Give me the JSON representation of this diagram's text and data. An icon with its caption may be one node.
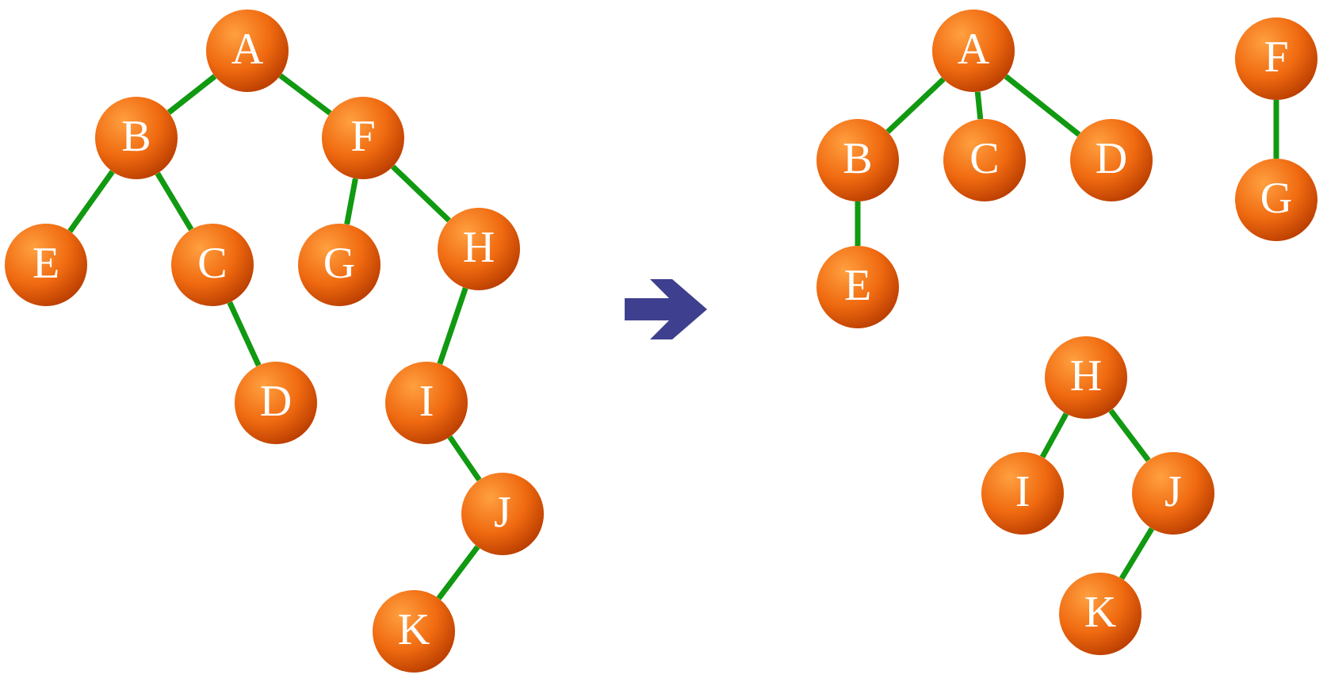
{
  "diagram": {
    "nodes": [
      {
        "text": [
          "A"
        ]
      },
      {
        "text": [
          "B"
        ]
      },
      {
        "text": [
          "F"
        ]
      },
      {
        "text": [
          "E"
        ]
      },
      {
        "text": [
          "C"
        ]
      },
      {
        "text": [
          "G"
        ]
      },
      {
        "text": [
          "H"
        ]
      },
      {
        "text": [
          "D"
        ]
      },
      {
        "text": [
          "I"
        ]
      },
      {
        "text": [
          "J"
        ]
      },
      {
        "text": [
          "K"
        ]
      },
      {
        "text": [
          "A"
        ]
      },
      {
        "text": [
          "F"
        ]
      },
      {
        "text": [
          "B"
        ]
      },
      {
        "text": [
          "C"
        ]
      },
      {
        "text": [
          "D"
        ]
      },
      {
        "text": [
          "G"
        ]
      },
      {
        "text": [
          "E"
        ]
      },
      {
        "text": [
          "H"
        ]
      },
      {
        "text": [
          "I"
        ]
      },
      {
        "text": [
          "J"
        ]
      },
      {
        "text": [
          "K"
        ]
      }
    ],
    "edges": [
      {
        "from": 0,
        "to": 1,
        "arrow": "none"
      },
      {
        "from": 0,
        "to": 2,
        "arrow": "none"
      },
      {
        "from": 1,
        "to": 3,
        "arrow": "none"
      },
      {
        "from": 1,
        "to": 4,
        "arrow": "none"
      },
      {
        "from": 4,
        "to": 7,
        "arrow": "none"
      },
      {
        "from": 2,
        "to": 5,
        "arrow": "none"
      },
      {
        "from": 2,
        "to": 6,
        "arrow": "none"
      },
      {
        "from": 6,
        "to": 8,
        "arrow": "none"
      },
      {
        "from": 8,
        "to": 9,
        "arrow": "none"
      },
      {
        "from": 9,
        "to": 10,
        "arrow": "none"
      },
      {
        "from": 11,
        "to": 13,
        "arrow": "none"
      },
      {
        "from": 11,
        "to": 14,
        "arrow": "none"
      },
      {
        "from": 11,
        "to": 15,
        "arrow": "none"
      },
      {
        "from": 13,
        "to": 17,
        "arrow": "none"
      },
      {
        "from": 12,
        "to": 16,
        "arrow": "none"
      },
      {
        "from": 18,
        "to": 19,
        "arrow": "none"
      },
      {
        "from": 18,
        "to": 20,
        "arrow": "none"
      },
      {
        "from": 20,
        "to": 21,
        "arrow": "none"
      }
    ]
  }
}
